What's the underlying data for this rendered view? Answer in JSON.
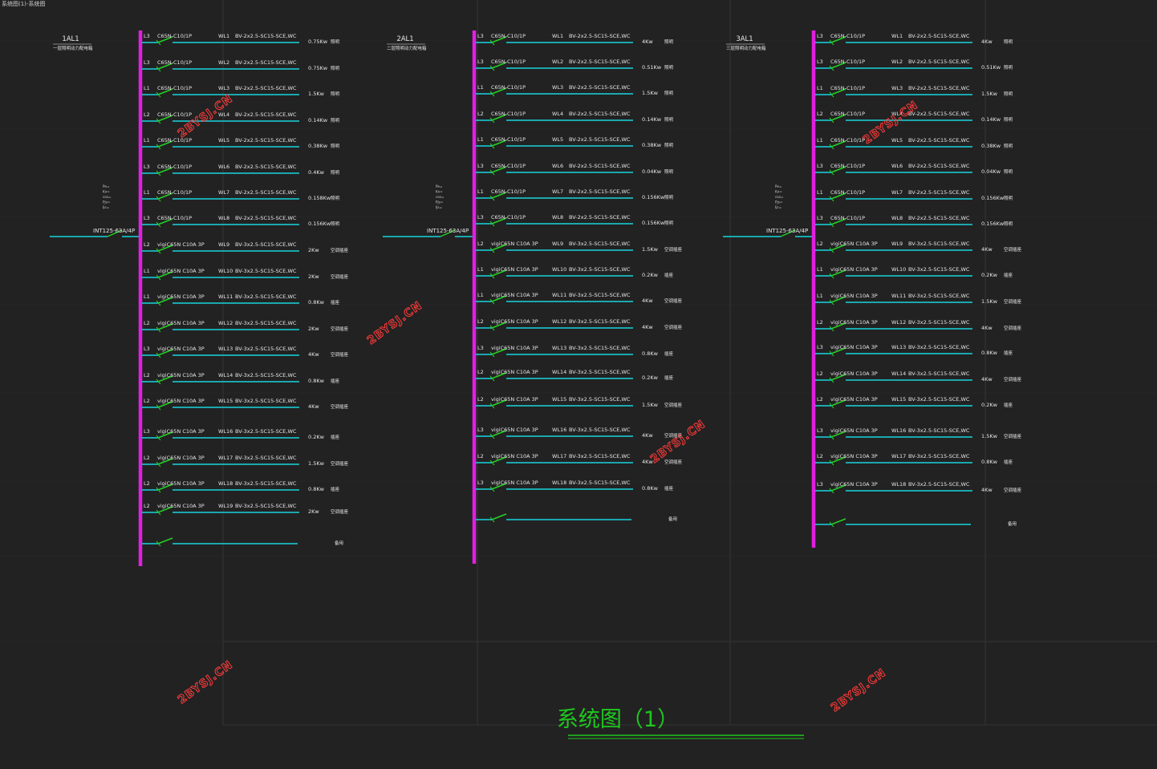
{
  "corner_label": "系统图(1)-系统图",
  "title": "系统图（1）",
  "watermark": "2BYSJ.CN",
  "colors": {
    "background": "#222222",
    "grid": "#3a3a3a",
    "busbar": "#e020e0",
    "feeder_line": "#17d4dc",
    "switch": "#25d025",
    "text": "#e8e8e8",
    "title": "#1ec81e",
    "watermark": "#ff3a3a"
  },
  "panels": [
    {
      "name": "1AL1",
      "subtitle": "一层照明动力配电箱",
      "main_breaker": "INT125-63A/4P",
      "notes": [
        "Pe=",
        "Kx=",
        "cos=",
        "Pjs=",
        "Ijs="
      ],
      "circuits": [
        {
          "phase": "L3",
          "breaker": "C65N-C10/1P",
          "id": "WL1",
          "cable": "BV-2x2.5-SC15-SCE,WC",
          "load": "0.75Kw",
          "use": "照明"
        },
        {
          "phase": "L3",
          "breaker": "C65N-C10/1P",
          "id": "WL2",
          "cable": "BV-2x2.5-SC15-SCE,WC",
          "load": "0.75Kw",
          "use": "照明"
        },
        {
          "phase": "L1",
          "breaker": "C65N-C10/1P",
          "id": "WL3",
          "cable": "BV-2x2.5-SC15-SCE,WC",
          "load": "1.5Kw",
          "use": "照明"
        },
        {
          "phase": "L2",
          "breaker": "C65N-C10/1P",
          "id": "WL4",
          "cable": "BV-2x2.5-SC15-SCE,WC",
          "load": "0.14Kw",
          "use": "照明"
        },
        {
          "phase": "L1",
          "breaker": "C65N-C10/1P",
          "id": "WL5",
          "cable": "BV-2x2.5-SC15-SCE,WC",
          "load": "0.38Kw",
          "use": "照明"
        },
        {
          "phase": "L3",
          "breaker": "C65N-C10/1P",
          "id": "WL6",
          "cable": "BV-2x2.5-SC15-SCE,WC",
          "load": "0.4Kw",
          "use": "照明"
        },
        {
          "phase": "L1",
          "breaker": "C65N-C10/1P",
          "id": "WL7",
          "cable": "BV-2x2.5-SC15-SCE,WC",
          "load": "0.158Kw",
          "use": "照明"
        },
        {
          "phase": "L3",
          "breaker": "C65N-C10/1P",
          "id": "WL8",
          "cable": "BV-2x2.5-SC15-SCE,WC",
          "load": "0.156Kw",
          "use": "照明"
        },
        {
          "phase": "L2",
          "breaker": "vigiC65N C10A 3P",
          "id": "WL9",
          "cable": "BV-3x2.5-SC15-SCE,WC",
          "load": "2Kw",
          "use": "空调插座"
        },
        {
          "phase": "L1",
          "breaker": "vigiC65N C10A 3P",
          "id": "WL10",
          "cable": "BV-3x2.5-SC15-SCE,WC",
          "load": "2Kw",
          "use": "空调插座"
        },
        {
          "phase": "L1",
          "breaker": "vigiC65N C10A 3P",
          "id": "WL11",
          "cable": "BV-3x2.5-SC15-SCE,WC",
          "load": "0.8Kw",
          "use": "插座"
        },
        {
          "phase": "L2",
          "breaker": "vigiC65N C10A 3P",
          "id": "WL12",
          "cable": "BV-3x2.5-SC15-SCE,WC",
          "load": "2Kw",
          "use": "空调插座"
        },
        {
          "phase": "L3",
          "breaker": "vigiC65N C10A 3P",
          "id": "WL13",
          "cable": "BV-3x2.5-SC15-SCE,WC",
          "load": "4Kw",
          "use": "空调插座"
        },
        {
          "phase": "L2",
          "breaker": "vigiC65N C10A 3P",
          "id": "WL14",
          "cable": "BV-3x2.5-SC15-SCE,WC",
          "load": "0.8Kw",
          "use": "插座"
        },
        {
          "phase": "L2",
          "breaker": "vigiC65N C10A 3P",
          "id": "WL15",
          "cable": "BV-3x2.5-SC15-SCE,WC",
          "load": "4Kw",
          "use": "空调插座"
        },
        {
          "phase": "L3",
          "breaker": "vigiC65N C10A 3P",
          "id": "WL16",
          "cable": "BV-3x2.5-SC15-SCE,WC",
          "load": "0.2Kw",
          "use": "插座"
        },
        {
          "phase": "L2",
          "breaker": "vigiC65N C10A 3P",
          "id": "WL17",
          "cable": "BV-3x2.5-SC15-SCE,WC",
          "load": "1.5Kw",
          "use": "空调插座"
        },
        {
          "phase": "L2",
          "breaker": "vigiC65N C10A 3P",
          "id": "WL18",
          "cable": "BV-3x2.5-SC15-SCE,WC",
          "load": "0.8Kw",
          "use": "插座"
        },
        {
          "phase": "L2",
          "breaker": "vigiC65N C10A 3P",
          "id": "WL19",
          "cable": "BV-3x2.5-SC15-SCE,WC",
          "load": "2Kw",
          "use": "空调插座"
        },
        {
          "phase": "",
          "breaker": "",
          "id": "",
          "cable": "",
          "load": "",
          "use": "备用"
        }
      ]
    },
    {
      "name": "2AL1",
      "subtitle": "二层照明动力配电箱",
      "main_breaker": "INT125-63A/4P",
      "notes": [
        "Pe=",
        "Kx=",
        "cos=",
        "Pjs=",
        "Ijs="
      ],
      "circuits": [
        {
          "phase": "L3",
          "breaker": "C65N-C10/1P",
          "id": "WL1",
          "cable": "BV-2x2.5-SC15-SCE,WC",
          "load": "4Kw",
          "use": "照明"
        },
        {
          "phase": "L3",
          "breaker": "C65N-C10/1P",
          "id": "WL2",
          "cable": "BV-2x2.5-SC15-SCE,WC",
          "load": "0.51Kw",
          "use": "照明"
        },
        {
          "phase": "L1",
          "breaker": "C65N-C10/1P",
          "id": "WL3",
          "cable": "BV-2x2.5-SC15-SCE,WC",
          "load": "1.5Kw",
          "use": "照明"
        },
        {
          "phase": "L2",
          "breaker": "C65N-C10/1P",
          "id": "WL4",
          "cable": "BV-2x2.5-SC15-SCE,WC",
          "load": "0.14Kw",
          "use": "照明"
        },
        {
          "phase": "L1",
          "breaker": "C65N-C10/1P",
          "id": "WL5",
          "cable": "BV-2x2.5-SC15-SCE,WC",
          "load": "0.38Kw",
          "use": "照明"
        },
        {
          "phase": "L3",
          "breaker": "C65N-C10/1P",
          "id": "WL6",
          "cable": "BV-2x2.5-SC15-SCE,WC",
          "load": "0.04Kw",
          "use": "照明"
        },
        {
          "phase": "L1",
          "breaker": "C65N-C10/1P",
          "id": "WL7",
          "cable": "BV-2x2.5-SC15-SCE,WC",
          "load": "0.156Kw",
          "use": "照明"
        },
        {
          "phase": "L3",
          "breaker": "C65N-C10/1P",
          "id": "WL8",
          "cable": "BV-2x2.5-SC15-SCE,WC",
          "load": "0.156Kw",
          "use": "照明"
        },
        {
          "phase": "L2",
          "breaker": "vigiC65N C10A 3P",
          "id": "WL9",
          "cable": "BV-3x2.5-SC15-SCE,WC",
          "load": "1.5Kw",
          "use": "空调插座"
        },
        {
          "phase": "L1",
          "breaker": "vigiC65N C10A 3P",
          "id": "WL10",
          "cable": "BV-3x2.5-SC15-SCE,WC",
          "load": "0.2Kw",
          "use": "插座"
        },
        {
          "phase": "L1",
          "breaker": "vigiC65N C10A 3P",
          "id": "WL11",
          "cable": "BV-3x2.5-SC15-SCE,WC",
          "load": "4Kw",
          "use": "空调插座"
        },
        {
          "phase": "L2",
          "breaker": "vigiC65N C10A 3P",
          "id": "WL12",
          "cable": "BV-3x2.5-SC15-SCE,WC",
          "load": "4Kw",
          "use": "空调插座"
        },
        {
          "phase": "L3",
          "breaker": "vigiC65N C10A 3P",
          "id": "WL13",
          "cable": "BV-3x2.5-SC15-SCE,WC",
          "load": "0.8Kw",
          "use": "插座"
        },
        {
          "phase": "L2",
          "breaker": "vigiC65N C10A 3P",
          "id": "WL14",
          "cable": "BV-3x2.5-SC15-SCE,WC",
          "load": "0.2Kw",
          "use": "插座"
        },
        {
          "phase": "L2",
          "breaker": "vigiC65N C10A 3P",
          "id": "WL15",
          "cable": "BV-3x2.5-SC15-SCE,WC",
          "load": "1.5Kw",
          "use": "空调插座"
        },
        {
          "phase": "L3",
          "breaker": "vigiC65N C10A 3P",
          "id": "WL16",
          "cable": "BV-3x2.5-SC15-SCE,WC",
          "load": "4Kw",
          "use": "空调插座"
        },
        {
          "phase": "L2",
          "breaker": "vigiC65N C10A 3P",
          "id": "WL17",
          "cable": "BV-3x2.5-SC15-SCE,WC",
          "load": "4Kw",
          "use": "空调插座"
        },
        {
          "phase": "L3",
          "breaker": "vigiC65N C10A 3P",
          "id": "WL18",
          "cable": "BV-3x2.5-SC15-SCE,WC",
          "load": "0.8Kw",
          "use": "插座"
        },
        {
          "phase": "",
          "breaker": "",
          "id": "",
          "cable": "",
          "load": "",
          "use": "备用"
        }
      ]
    },
    {
      "name": "3AL1",
      "subtitle": "三层照明动力配电箱",
      "main_breaker": "INT125-63A/4P",
      "notes": [
        "Pe=",
        "Kx=",
        "cos=",
        "Pjs=",
        "Ijs="
      ],
      "circuits": [
        {
          "phase": "L3",
          "breaker": "C65N-C10/1P",
          "id": "WL1",
          "cable": "BV-2x2.5-SC15-SCE,WC",
          "load": "4Kw",
          "use": "照明"
        },
        {
          "phase": "L3",
          "breaker": "C65N-C10/1P",
          "id": "WL2",
          "cable": "BV-2x2.5-SC15-SCE,WC",
          "load": "0.51Kw",
          "use": "照明"
        },
        {
          "phase": "L1",
          "breaker": "C65N-C10/1P",
          "id": "WL3",
          "cable": "BV-2x2.5-SC15-SCE,WC",
          "load": "1.5Kw",
          "use": "照明"
        },
        {
          "phase": "L2",
          "breaker": "C65N-C10/1P",
          "id": "WL4",
          "cable": "BV-2x2.5-SC15-SCE,WC",
          "load": "0.14Kw",
          "use": "照明"
        },
        {
          "phase": "L1",
          "breaker": "C65N-C10/1P",
          "id": "WL5",
          "cable": "BV-2x2.5-SC15-SCE,WC",
          "load": "0.38Kw",
          "use": "照明"
        },
        {
          "phase": "L3",
          "breaker": "C65N-C10/1P",
          "id": "WL6",
          "cable": "BV-2x2.5-SC15-SCE,WC",
          "load": "0.04Kw",
          "use": "照明"
        },
        {
          "phase": "L1",
          "breaker": "C65N-C10/1P",
          "id": "WL7",
          "cable": "BV-2x2.5-SC15-SCE,WC",
          "load": "0.156Kw",
          "use": "照明"
        },
        {
          "phase": "L3",
          "breaker": "C65N-C10/1P",
          "id": "WL8",
          "cable": "BV-2x2.5-SC15-SCE,WC",
          "load": "0.156Kw",
          "use": "照明"
        },
        {
          "phase": "L2",
          "breaker": "vigiC65N C10A 3P",
          "id": "WL9",
          "cable": "BV-3x2.5-SC15-SCE,WC",
          "load": "4Kw",
          "use": "空调插座"
        },
        {
          "phase": "L1",
          "breaker": "vigiC65N C10A 3P",
          "id": "WL10",
          "cable": "BV-3x2.5-SC15-SCE,WC",
          "load": "0.2Kw",
          "use": "插座"
        },
        {
          "phase": "L1",
          "breaker": "vigiC65N C10A 3P",
          "id": "WL11",
          "cable": "BV-3x2.5-SC15-SCE,WC",
          "load": "1.5Kw",
          "use": "空调插座"
        },
        {
          "phase": "L2",
          "breaker": "vigiC65N C10A 3P",
          "id": "WL12",
          "cable": "BV-3x2.5-SC15-SCE,WC",
          "load": "4Kw",
          "use": "空调插座"
        },
        {
          "phase": "L3",
          "breaker": "vigiC65N C10A 3P",
          "id": "WL13",
          "cable": "BV-3x2.5-SC15-SCE,WC",
          "load": "0.8Kw",
          "use": "插座"
        },
        {
          "phase": "L2",
          "breaker": "vigiC65N C10A 3P",
          "id": "WL14",
          "cable": "BV-3x2.5-SC15-SCE,WC",
          "load": "4Kw",
          "use": "空调插座"
        },
        {
          "phase": "L2",
          "breaker": "vigiC65N C10A 3P",
          "id": "WL15",
          "cable": "BV-3x2.5-SC15-SCE,WC",
          "load": "0.2Kw",
          "use": "插座"
        },
        {
          "phase": "L3",
          "breaker": "vigiC65N C10A 3P",
          "id": "WL16",
          "cable": "BV-3x2.5-SC15-SCE,WC",
          "load": "1.5Kw",
          "use": "空调插座"
        },
        {
          "phase": "L2",
          "breaker": "vigiC65N C10A 3P",
          "id": "WL17",
          "cable": "BV-3x2.5-SC15-SCE,WC",
          "load": "0.8Kw",
          "use": "插座"
        },
        {
          "phase": "L3",
          "breaker": "vigiC65N C10A 3P",
          "id": "WL18",
          "cable": "BV-3x2.5-SC15-SCE,WC",
          "load": "4Kw",
          "use": "空调插座"
        },
        {
          "phase": "",
          "breaker": "",
          "id": "",
          "cable": "",
          "load": "",
          "use": "备用"
        }
      ]
    }
  ]
}
